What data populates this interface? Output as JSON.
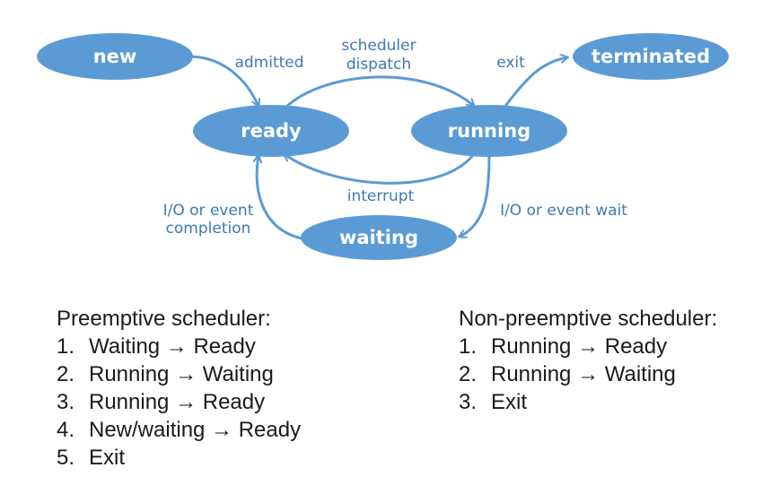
{
  "states": {
    "new": "new",
    "ready": "ready",
    "running": "running",
    "waiting": "waiting",
    "terminated": "terminated"
  },
  "transitions": {
    "admitted": "admitted",
    "scheduler_dispatch_line1": "scheduler",
    "scheduler_dispatch_line2": "dispatch",
    "exit": "exit",
    "interrupt": "interrupt",
    "io_completion_line1": "I/O or event",
    "io_completion_line2": "completion",
    "io_wait": "I/O or event wait"
  },
  "preemptive": {
    "heading": "Preemptive scheduler:",
    "items": [
      {
        "num": "1.",
        "text": "Waiting → Ready"
      },
      {
        "num": "2.",
        "text": "Running → Waiting"
      },
      {
        "num": "3.",
        "text": "Running → Ready"
      },
      {
        "num": "4.",
        "text": "New/waiting → Ready"
      },
      {
        "num": "5.",
        "text": "Exit"
      }
    ]
  },
  "nonpreemptive": {
    "heading": "Non-preemptive scheduler:",
    "items": [
      {
        "num": "1.",
        "text": "Running → Ready"
      },
      {
        "num": "2.",
        "text": "Running → Waiting"
      },
      {
        "num": "3.",
        "text": "Exit"
      }
    ]
  },
  "colors": {
    "state_fill": "#5b9bd5",
    "edge": "#5b9bd5",
    "edge_label": "#3f79b3"
  }
}
